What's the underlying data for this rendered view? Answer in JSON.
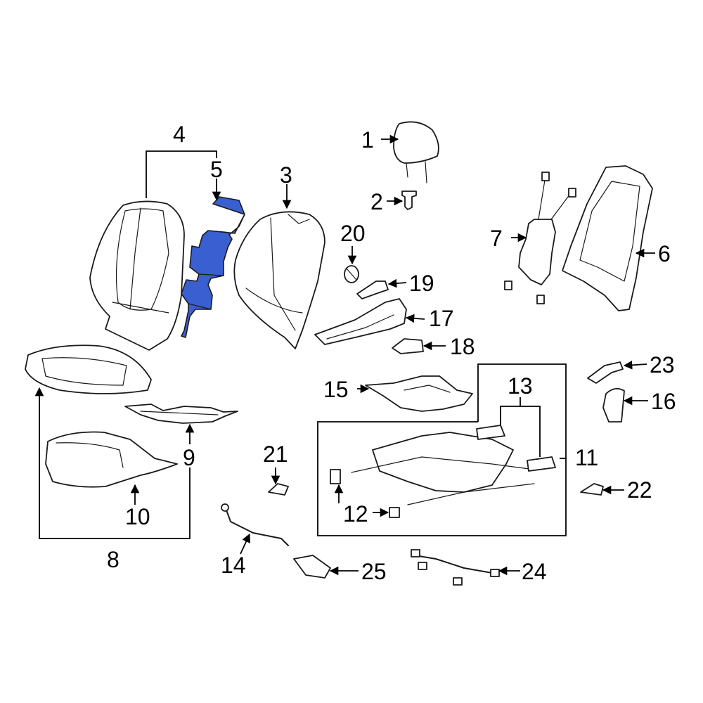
{
  "colors": {
    "highlight": "#3a5fd0",
    "line": "#000000"
  },
  "callouts": {
    "c1": "1",
    "c2": "2",
    "c3": "3",
    "c4": "4",
    "c5": "5",
    "c6": "6",
    "c7": "7",
    "c8": "8",
    "c9": "9",
    "c10": "10",
    "c11": "11",
    "c12": "12",
    "c13": "13",
    "c14": "14",
    "c15": "15",
    "c16": "16",
    "c17": "17",
    "c18": "18",
    "c19": "19",
    "c20": "20",
    "c21": "21",
    "c22": "22",
    "c23": "23",
    "c24": "24",
    "c25": "25"
  },
  "highlighted_part": "5"
}
